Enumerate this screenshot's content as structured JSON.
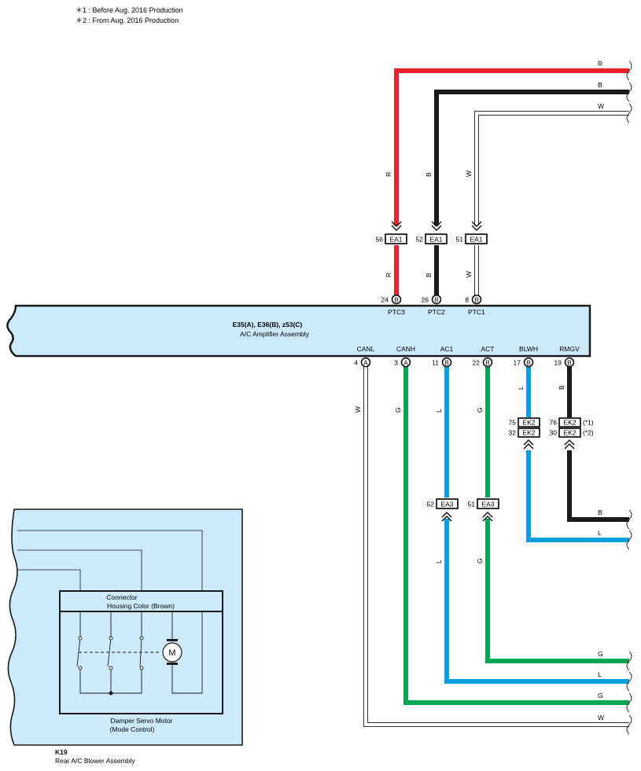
{
  "notes": [
    "＊1 : Before Aug.  2016 Production",
    "＊2 : From Aug.  2016 Production"
  ],
  "amplifier": {
    "title": "E35(A), E36(B), z53(C)",
    "subtitle": "A/C Amplifier Assembly",
    "top_pins": [
      {
        "num": "24",
        "conn": "B",
        "name": "PTC3"
      },
      {
        "num": "26",
        "conn": "B",
        "name": "PTC2"
      },
      {
        "num": "8",
        "conn": "B",
        "name": "PTC1"
      }
    ],
    "bottom_pins": [
      {
        "num": "4",
        "conn": "A",
        "name": "CANL"
      },
      {
        "num": "3",
        "conn": "A",
        "name": "CANH"
      },
      {
        "num": "11",
        "conn": "B",
        "name": "AC1"
      },
      {
        "num": "22",
        "conn": "B",
        "name": "ACT"
      },
      {
        "num": "17",
        "conn": "B",
        "name": "BLWH"
      },
      {
        "num": "19",
        "conn": "B",
        "name": "RMGV"
      }
    ]
  },
  "top_wires": [
    {
      "color_letter": "R",
      "color_hex": "#e8202a",
      "conn_pin": "56",
      "conn_name": "EA1"
    },
    {
      "color_letter": "B",
      "color_hex": "#1a1a1a",
      "conn_pin": "52",
      "conn_name": "EA1"
    },
    {
      "color_letter": "W",
      "color_hex": "#ffffff",
      "conn_pin": "51",
      "conn_name": "EA1"
    }
  ],
  "bottom_wires": [
    {
      "color_letter": "W",
      "color_hex": "#ffffff"
    },
    {
      "color_letter": "G",
      "color_hex": "#00a651"
    },
    {
      "color_letter": "L",
      "color_hex": "#00a0e0",
      "conn_pin": "52",
      "conn_name": "EA3"
    },
    {
      "color_letter": "G",
      "color_hex": "#00a651",
      "conn_pin": "51",
      "conn_name": "EA3"
    },
    {
      "color_letter": "L",
      "color_hex": "#00a0e0",
      "conn": [
        {
          "pin": "75",
          "name": "EK2"
        },
        {
          "pin": "32",
          "name": "EK2"
        }
      ]
    },
    {
      "color_letter": "B",
      "color_hex": "#1a1a1a",
      "conn": [
        {
          "pin": "76",
          "name": "EK2",
          "note": "(*1)"
        },
        {
          "pin": "30",
          "name": "EK2",
          "note": "(*2)"
        }
      ]
    }
  ],
  "right_labels": {
    "top": [
      "R",
      "B",
      "W"
    ],
    "mid": [
      "B",
      "L"
    ],
    "bottom": [
      "G",
      "L",
      "G",
      "W"
    ]
  },
  "blower": {
    "id": "K19",
    "name": "Rear A/C Blower Assembly",
    "connector_line1": "Connector",
    "connector_line2": "Housing Color (Brown)",
    "motor_symbol": "M",
    "servo_line1": "Damper Servo Motor",
    "servo_line2": "(Mode Control)"
  },
  "colors": {
    "box_fill": "#cdeafc",
    "red": "#e8202a",
    "black": "#1a1a1a",
    "green": "#00a651",
    "blue": "#00a0e0"
  }
}
